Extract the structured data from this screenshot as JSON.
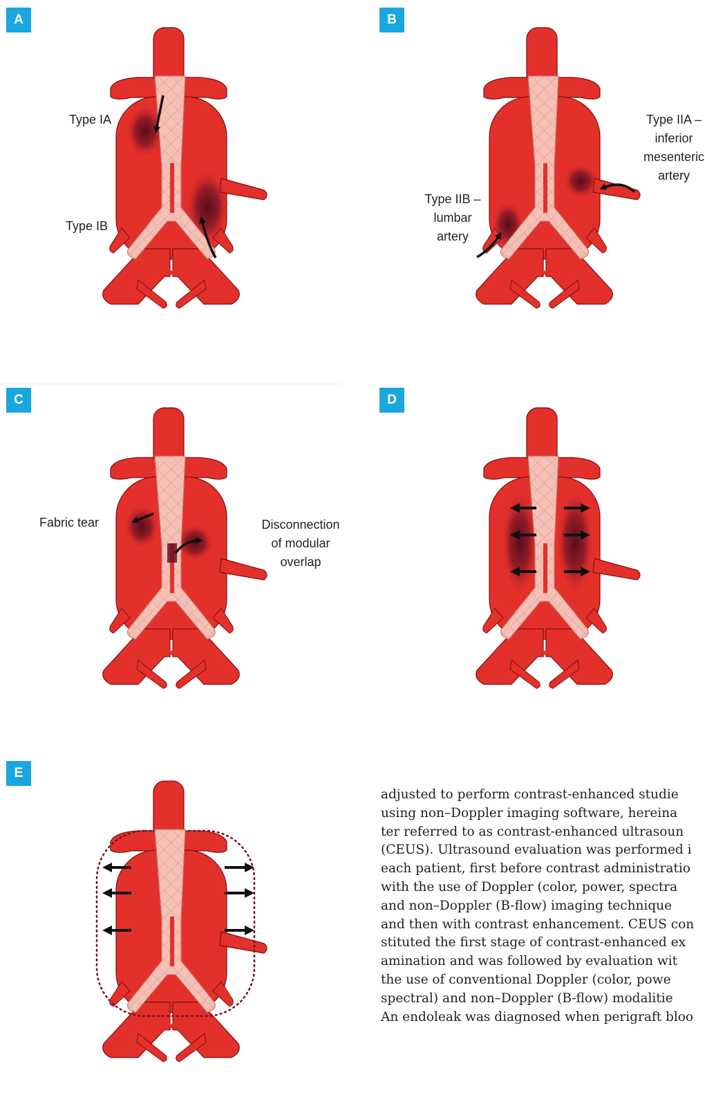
{
  "panels": [
    {
      "badge": "A",
      "labels": {
        "type_ia": "Type IA",
        "type_ib": "Type IB"
      }
    },
    {
      "badge": "B",
      "labels": {
        "type_iia": [
          "Type IIA –",
          "inferior",
          "mesenteric",
          "artery"
        ],
        "type_iib": [
          "Type IIB –",
          "lumbar",
          "artery"
        ]
      }
    },
    {
      "badge": "C",
      "labels": {
        "fabric_tear": "Fabric tear",
        "disconnection": [
          "Disconnection",
          "of modular",
          "overlap"
        ]
      }
    },
    {
      "badge": "D",
      "labels": {}
    },
    {
      "badge": "E",
      "labels": {}
    }
  ],
  "text": {
    "lines": [
      "adjusted to perform contrast-enhanced studie",
      "using non–Doppler imaging software, hereina",
      "ter referred to as contrast-enhanced ultrasoun",
      "(CEUS). Ultrasound evaluation was performed i",
      "each patient, first before contrast administratio",
      "with the use of Doppler (color, power, spectra",
      "and non–Doppler (B-flow) imaging technique",
      "and then with contrast enhancement. CEUS con",
      "stituted the first stage of contrast-enhanced ex",
      "amination and was followed by evaluation wit",
      "the use of conventional Doppler (color, powe",
      "spectral) and non–Doppler (B-flow) modalitie",
      "An endoleak was diagnosed when perigraft bloo"
    ]
  },
  "colors": {
    "aorta": "#e4302b",
    "aorta_outline": "#7b1110",
    "graft": "#f6c0b6",
    "graft_mesh": "#d79486",
    "leak_dark": "#5a0f1e",
    "badge": "#1aa6de"
  }
}
